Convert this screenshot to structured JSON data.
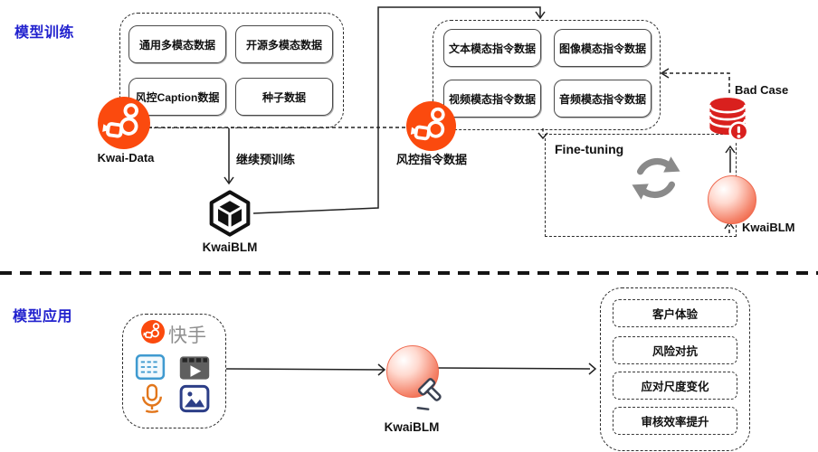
{
  "colors": {
    "accent-blue": "#2121CE",
    "kwai-orange": "#FB4A0E",
    "badcase-red": "#D9201E",
    "sync-gray": "#8A8A8A",
    "mic-orange": "#E2761B",
    "table-blue": "#3F9AD0",
    "video-gray": "#5F5F5F",
    "image-navy": "#2C3E87",
    "kuaishou-gray": "#8F8F8F"
  },
  "training": {
    "section_label": "模型训练",
    "datasets": [
      "通用多模态数据",
      "开源多模态数据",
      "风控Caption数据",
      "种子数据"
    ],
    "source_label": "Kwai-Data",
    "arrow_label": "继续预训练",
    "model_label": "KwaiBLM"
  },
  "finetune": {
    "datasets": [
      "文本模态指令数据",
      "图像模态指令数据",
      "视频模态指令数据",
      "音频模态指令数据"
    ],
    "source_label": "风控指令数据",
    "stage_label": "Fine-tuning",
    "bad_case_label": "Bad Case",
    "model_label": "KwaiBLM"
  },
  "application": {
    "section_label": "模型应用",
    "app_name": "快手",
    "model_label": "KwaiBLM",
    "use_cases": [
      "客户体验",
      "风险对抗",
      "应对尺度变化",
      "审核效率提升"
    ]
  },
  "icons": {
    "kwai_logo": "kuaishou-camera-logo",
    "cube": "hexagon-cube-model-icon",
    "database": "bad-case-database-icon",
    "sync": "finetune-cycle-icon",
    "sphere": "model-sphere-icon",
    "table": "text-table-icon",
    "video": "video-player-icon",
    "mic": "microphone-icon",
    "image": "picture-icon",
    "gavel": "gavel-icon"
  }
}
